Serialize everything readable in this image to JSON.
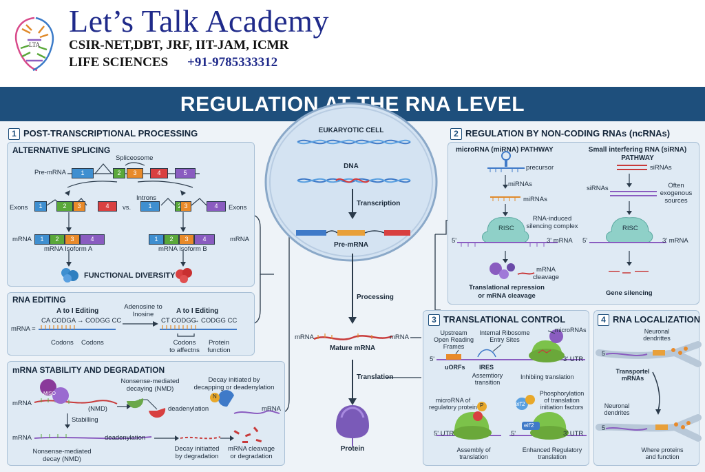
{
  "brand": {
    "logo_text": "LTA",
    "title": "Let’s Talk Academy",
    "subtitle": "CSIR-NET,DBT, JRF, IIT-JAM, ICMR",
    "life_sciences": "LIFE SCIENCES",
    "phone": "+91-9785333312"
  },
  "banner_title": "REGULATION AT THE RNA LEVEL",
  "center": {
    "cell_label": "EUKARYOTIC CELL",
    "dna": "DNA",
    "transcription": "Transcription",
    "pre_mrna": "Pre-mRNA",
    "processing": "Processing",
    "mrna_left": "mRNA",
    "mrna_right": "mRNA",
    "mature_mrna": "Mature mRNA",
    "translation": "Translation",
    "protein": "Protein"
  },
  "section1": {
    "number": "1",
    "title": "POST-TRANSCRIPTIONAL PROCESSING",
    "alt_splicing": {
      "title": "ALTERNATIVE SPLICING",
      "spliceosome": "Spliceosome",
      "pre_mrna": "Pre-mRNA",
      "exon_numbers": [
        "1",
        "2",
        "3",
        "4",
        "5"
      ],
      "introns": "Introns",
      "exons_left": "Exons",
      "exons_right": "Exons",
      "vs": "vs.",
      "mrna_left": "mRNA",
      "mrna_right": "mRNA",
      "isoform_a": "mRNA Isoform A",
      "isoform_b": "mRNA Isoform B",
      "functional_diversity": "FUNCTIONAL DIVERSITY"
    },
    "rna_editing": {
      "title": "RNA EDITING",
      "a_to_i_left": "A to I Editing",
      "seq_left_a": "CA CODGA",
      "seq_left_b": "CODGG CC",
      "adenosine": "Adenosine to",
      "inosine": "Inosine",
      "a_to_i_right": "A to I Editing",
      "seq_right_a": "CT CODGG",
      "seq_right_b": "CODGG CC",
      "mrna": "mRNA =",
      "codons_1": "Codons",
      "codons_2": "Codons",
      "codons_affect": "Codons\nto affectns",
      "protein_function": "Protein\nfunction"
    },
    "stability": {
      "title": "mRNA STABILITY AND DEGRADATION",
      "miso": "MISO",
      "nmd_label": "Nonsense-mediated\ndecaying (NMD)",
      "nmd_short": "(NMD)",
      "deadenylation": "deadenylation",
      "decay_initiated": "Decay initiated by\ndecapping or deadenylation",
      "n_marker": "N",
      "mrna_1": "mRNA",
      "mrna_2": "mRNA",
      "mrna_3": "mRNA",
      "stabilling": "Stabilling",
      "nmd_bottom": "Nonsense-mediated\ndecay (NMD)",
      "deadenylation_2": "deadenylation",
      "decay_degradation": "Decay initiatted\nby degradation",
      "cleavage": "mRNA cleavage\nor degradation"
    }
  },
  "section2": {
    "number": "2",
    "title": "REGULATION BY NON-CODING RNAs (ncRNAs)",
    "mirna": {
      "title": "microRNA (miRNA) PATHWAY",
      "precursor": "precursor",
      "mirnas_1": "miRNAs",
      "mirnas_2": "miRNAs",
      "risc": "RISC",
      "risc_label": "RNA-induced\nsilencing complex",
      "five_prime": "5'",
      "three_prime": "3' mRNA",
      "cleavage": "mRNA\ncleavage",
      "outcome": "Translational repression\nor mRNA cleavage"
    },
    "sirna": {
      "title": "Small interfering RNA (siRNA)\nPATHWAY",
      "sirnas_1": "siRNAs",
      "sirnas_2": "siRNAs",
      "exogenous": "Often\nexogenous\nsources",
      "risc": "RISC",
      "five_prime": "5'",
      "three_prime": "3' mRNA",
      "outcome": "Gene silencing"
    }
  },
  "section3": {
    "number": "3",
    "title": "TRANSLATIONAL CONTROL",
    "uorf_label": "Upstream\nOpen Reading\nFrames",
    "ires_label": "Internal Ribosome\nEntry Sites",
    "micrornas": "microRNAs",
    "five_prime_1": "5'",
    "uorfs": "uORFs",
    "ires": "IRES",
    "assembly_transition": "Assemtiory\ntransition",
    "three_utr_1": "3' UTR",
    "inhibiting": "Inhibiing translation",
    "regulatory_label": "microRNA of\nregulatory protein",
    "p_marker": "P",
    "eif2": "eif'2",
    "eif2_bound": "eif'2",
    "phospho_label": "Phosphorylation\nof translation\ninitiation factors",
    "five_utr": "5' UTR",
    "five_prime_2": "5'",
    "three_utr_2": "3' UTR",
    "assembly": "Assembly of\ntranslation",
    "enhanced": "Enhanced Regulatory\ntranslation"
  },
  "section4": {
    "number": "4",
    "title": "RNA LOCALIZATION",
    "neuronal_1": "Neuronal\ndendrittes",
    "transported": "Transportel\nmRNAs",
    "neuronal_2": "Neuronal\ndendrites",
    "where": "Where proteins\nand function",
    "five_1": "5",
    "five_2": "5"
  },
  "colors": {
    "banner": "#1e4f7c",
    "brand": "#1f2a8a",
    "risc": "#8fd0c8",
    "ribosome": "#7cc24a",
    "protein": "#7a5ab8"
  }
}
